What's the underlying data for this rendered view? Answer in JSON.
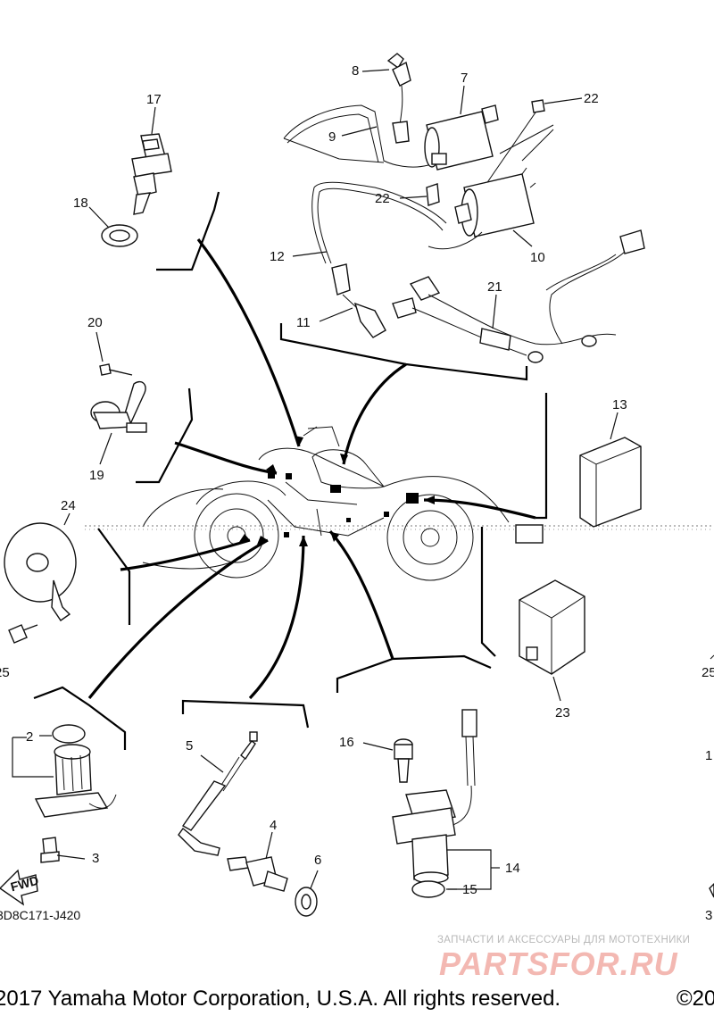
{
  "callouts": {
    "c1": "1",
    "c2": "2",
    "c3": "3",
    "c4": "4",
    "c5": "5",
    "c6": "6",
    "c7": "7",
    "c8": "8",
    "c9": "9",
    "c10": "10",
    "c11": "11",
    "c12": "12",
    "c13": "13",
    "c14": "14",
    "c15": "15",
    "c16": "16",
    "c17": "17",
    "c18": "18",
    "c19": "19",
    "c20": "20",
    "c21": "21",
    "c22a": "22",
    "c22b": "22",
    "c23": "23",
    "c24": "24",
    "c25": "25",
    "edge_right_25": "25",
    "edge_right_1": "1",
    "edge_right_3": "3"
  },
  "fwd_label": "FWD",
  "diagram_code": "3D8C171-J420",
  "watermark": {
    "tagline": "ЗАПЧАСТИ И АКСЕССУАРЫ ДЛЯ МОТОТЕХНИКИ",
    "brand": "PARTSFOR.RU"
  },
  "copyright": "2017 Yamaha Motor Corporation, U.S.A. All rights reserved.",
  "copyright_right": "©20"
}
